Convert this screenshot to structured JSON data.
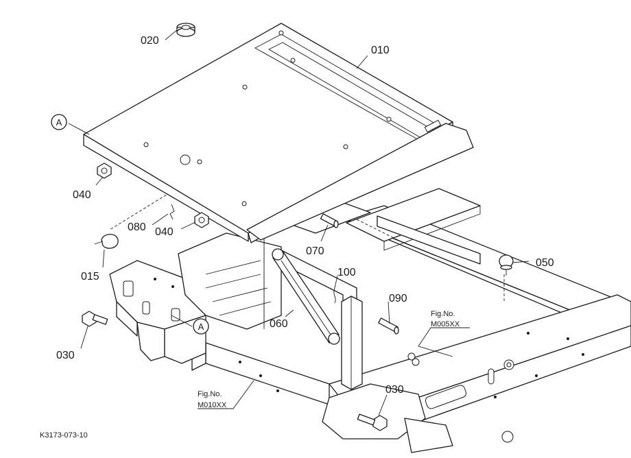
{
  "callouts": {
    "p010": "010",
    "p015": "015",
    "p020": "020",
    "p030a": "030",
    "p030b": "030",
    "p040a": "040",
    "p040b": "040",
    "p050": "050",
    "p060": "060",
    "p070": "070",
    "p080": "080",
    "p090": "090",
    "p100": "100"
  },
  "references": {
    "fig_a_line1": "Fig.No.",
    "fig_a_line2": "M005XX",
    "fig_b_line1": "Fig.No.",
    "fig_b_line2": "M010XX"
  },
  "markers": {
    "a_top": "A",
    "a_bottom": "A"
  },
  "drawing_code": "K3173-073-10"
}
